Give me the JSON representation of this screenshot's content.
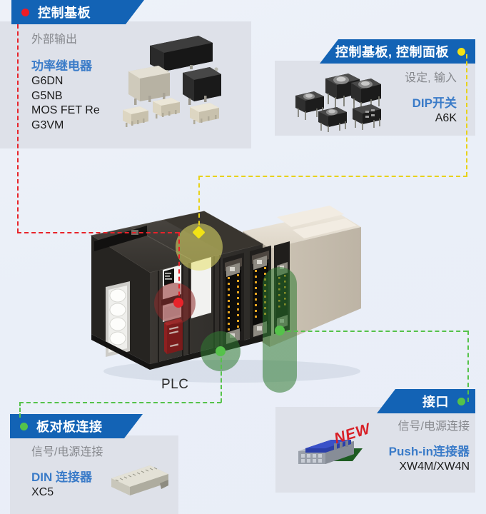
{
  "background": {
    "page_color": "#eaeff8",
    "panel_color": "#dee1e9",
    "banner_color": "#1363b5"
  },
  "center": {
    "device_label": "PLC",
    "markers": [
      {
        "name": "red-marker",
        "color": "#e8232a"
      },
      {
        "name": "yellow-marker",
        "color": "#f2e215"
      },
      {
        "name": "green-marker-lower",
        "color": "#55c24a"
      },
      {
        "name": "green-marker-connector",
        "color": "#55c24a"
      }
    ]
  },
  "panels": [
    {
      "id": "control-board",
      "banner": {
        "label": "控制基板",
        "dot_color": "#ee1c25",
        "line_color": "#e8232a"
      },
      "usage": "外部输出",
      "category": "功率继电器",
      "models": [
        "G6DN",
        "G5NB",
        "MOS FET Re",
        "G3VM"
      ]
    },
    {
      "id": "control-board-control-panel",
      "banner": {
        "label": "控制基板, 控制面板",
        "dot_color": "#f2e215",
        "line_color": "#e8d21a"
      },
      "usage": "设定, 输入",
      "category": "DIP开关",
      "models": [
        "A6K"
      ]
    },
    {
      "id": "board-to-board",
      "banner": {
        "label": "板对板连接",
        "dot_color": "#55c24a",
        "line_color": "#55c24a"
      },
      "usage": "信号/电源连接",
      "category": "DIN 连接器",
      "models": [
        "XC5"
      ]
    },
    {
      "id": "interface",
      "banner": {
        "label": "接口",
        "dot_color": "#55c24a",
        "line_color": "#55c24a"
      },
      "usage": "信号/电源连接",
      "category": "Push-in连接器",
      "models": [
        "XW4M/XW4N"
      ],
      "badge": "NEW"
    }
  ],
  "colors": {
    "text_gray": "#86888d",
    "text_blue": "#3a7bc8",
    "text_dark": "#1c1c1c",
    "red": "#e8232a",
    "yellow": "#f2e215",
    "green": "#55c24a",
    "badge_red": "#d81f26"
  }
}
